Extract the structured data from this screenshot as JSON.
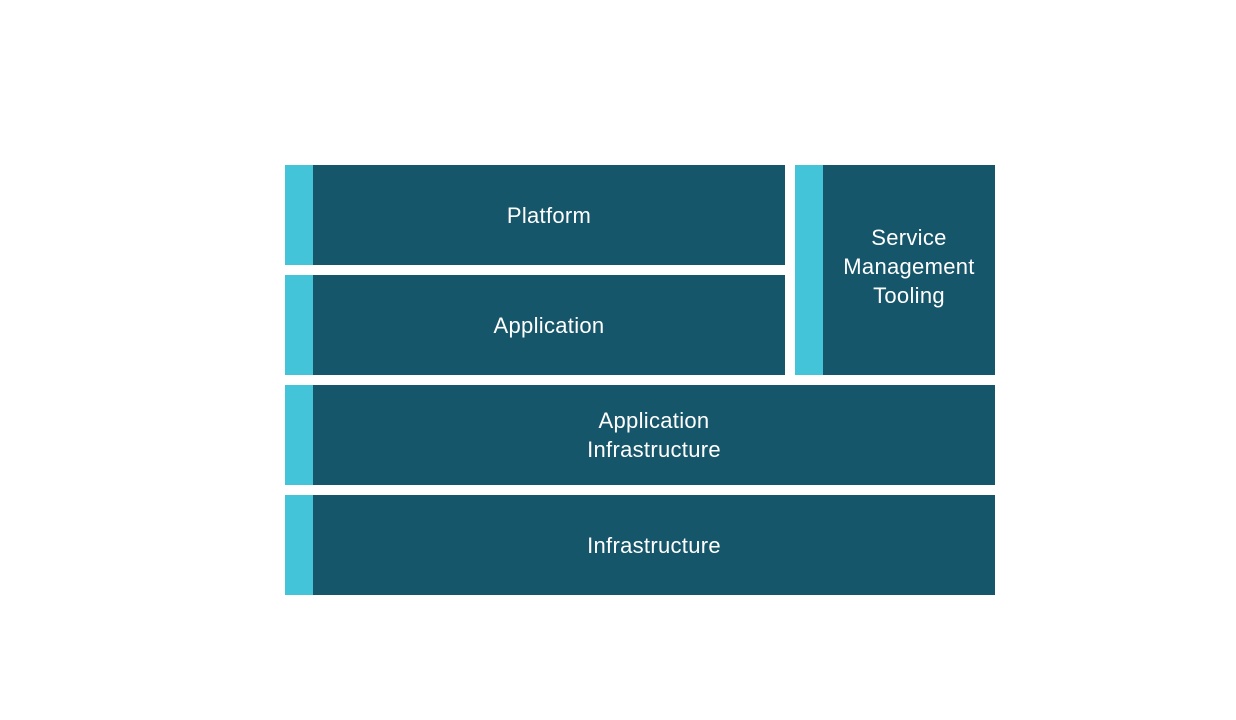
{
  "colors": {
    "block": "#16566a",
    "accent": "#44c4d9",
    "text": "#ffffff",
    "background": "#ffffff"
  },
  "diagram": {
    "platform": "Platform",
    "application": "Application",
    "service_management_tooling": "Service\nManagement\nTooling",
    "application_infrastructure": "Application\nInfrastructure",
    "infrastructure": "Infrastructure"
  }
}
